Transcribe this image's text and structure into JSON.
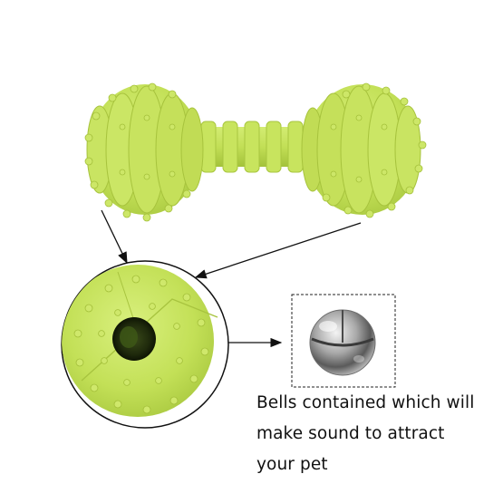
{
  "product": {
    "name_icon": "dumbbell-chew-toy",
    "color": "#c5e35c",
    "bell_icon": "silver-jingle-bell"
  },
  "caption": {
    "lines": [
      "Bells contained which will",
      "make sound to attract",
      "your pet"
    ]
  }
}
